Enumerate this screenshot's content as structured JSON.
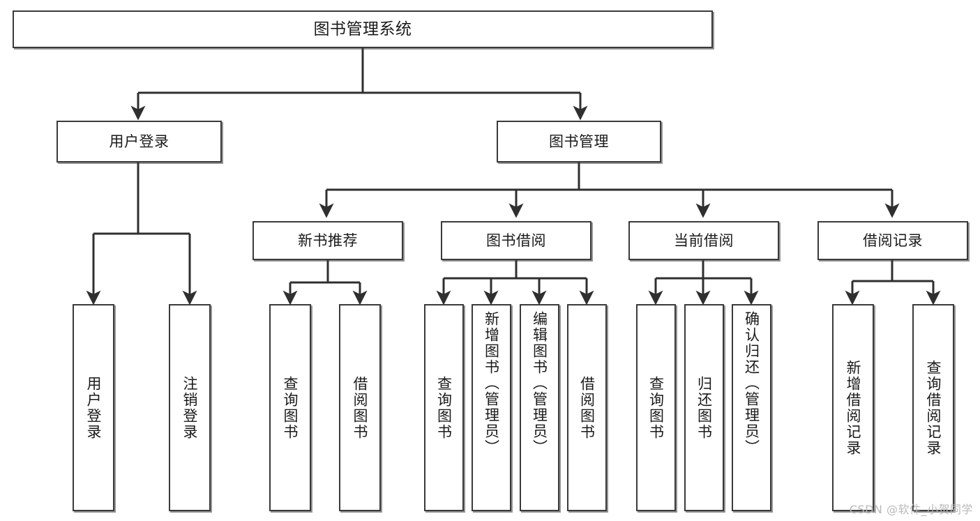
{
  "diagram": {
    "title": "图书管理系统",
    "type": "hierarchy-tree",
    "watermark": "CSDN @软件_小贺同学",
    "colors": {
      "box_border": "#3a3a3a",
      "box_fill": "#ffffff",
      "edge": "#2f2f2f",
      "text": "#1a1a1a",
      "watermark": "#b9b9b9"
    },
    "levels": {
      "root": {
        "label": "图书管理系统"
      },
      "level2": [
        {
          "label": "用户登录"
        },
        {
          "label": "图书管理"
        }
      ],
      "level3": [
        {
          "label": "新书推荐"
        },
        {
          "label": "图书借阅"
        },
        {
          "label": "当前借阅"
        },
        {
          "label": "借阅记录"
        }
      ],
      "leaves": {
        "user_login": [
          {
            "label": "用户登录"
          },
          {
            "label": "注销登录"
          }
        ],
        "new_book_rec": [
          {
            "label": "查询图书"
          },
          {
            "label": "借阅图书"
          }
        ],
        "book_borrow": [
          {
            "label": "查询图书"
          },
          {
            "label": "新增图书（管理员）"
          },
          {
            "label": "编辑图书（管理员）"
          },
          {
            "label": "借阅图书"
          }
        ],
        "current_borrow": [
          {
            "label": "查询图书"
          },
          {
            "label": "归还图书"
          },
          {
            "label": "确认归还（管理员）"
          }
        ],
        "borrow_record": [
          {
            "label": "新增借阅记录"
          },
          {
            "label": "查询借阅记录"
          }
        ]
      }
    }
  }
}
